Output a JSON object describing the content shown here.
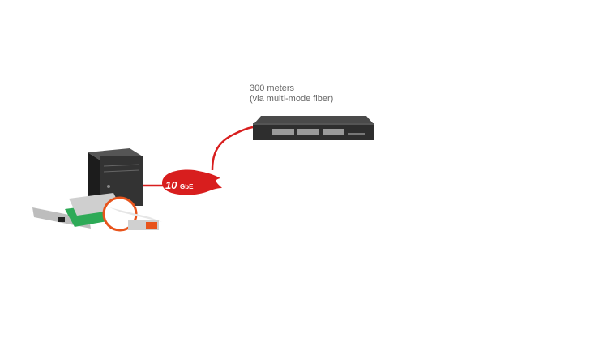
{
  "diagram": {
    "distance_label_line1": "300 meters",
    "distance_label_line2": "(via multi-mode fiber)",
    "speed_badge": "10",
    "speed_badge_suffix": "GbE",
    "nodes": [
      {
        "name": "server-tower"
      },
      {
        "name": "network-adapter-card"
      },
      {
        "name": "sfp-transceiver"
      },
      {
        "name": "network-switch"
      }
    ],
    "colors": {
      "cable": "#d81e1e",
      "badge": "#d81e1e",
      "highlight_ring": "#e8541c",
      "switch_body": "#2e2e2e",
      "text": "#666666"
    }
  }
}
